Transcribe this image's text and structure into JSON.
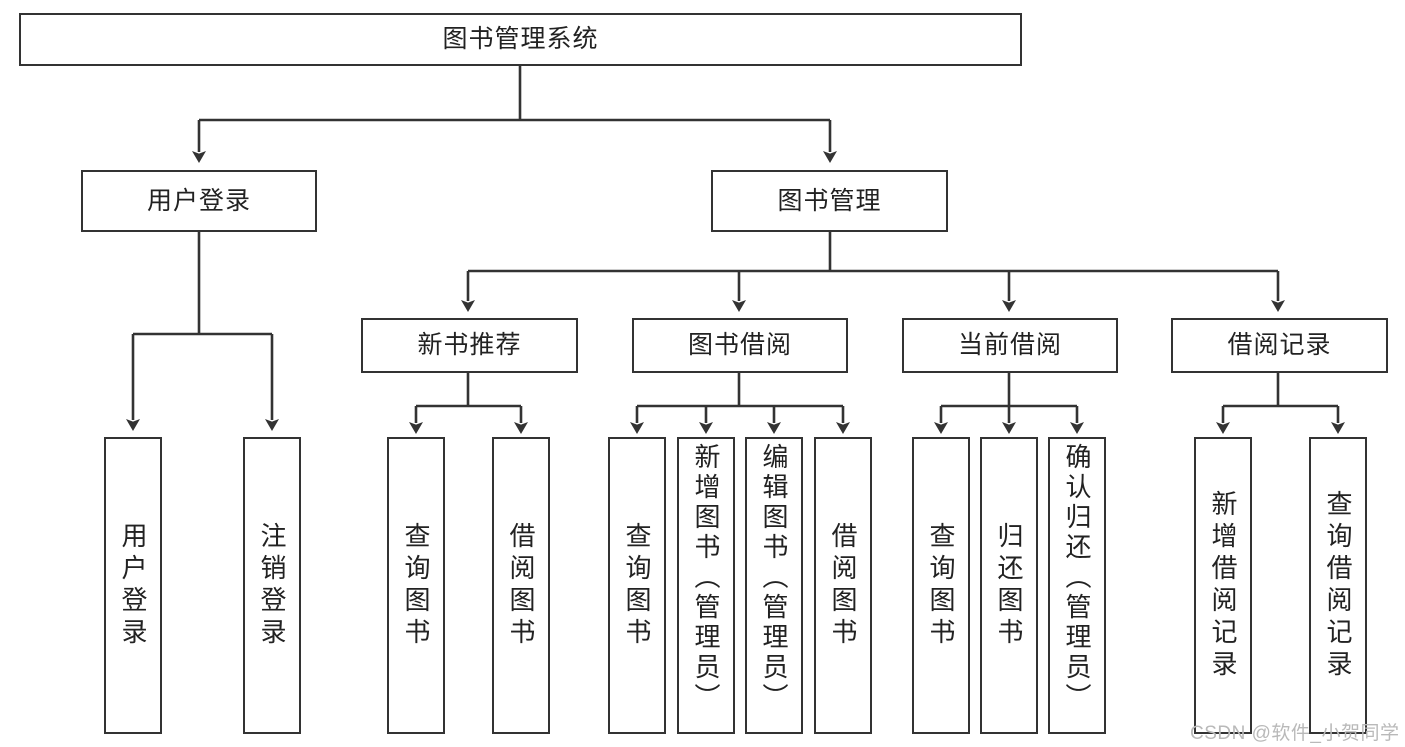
{
  "diagram": {
    "type": "hierarchy-tree",
    "title": "图书管理系统",
    "root": {
      "id": "root",
      "label": "图书管理系统"
    },
    "level2": [
      {
        "id": "user-login",
        "label": "用户登录"
      },
      {
        "id": "book-management",
        "label": "图书管理"
      }
    ],
    "level3": [
      {
        "id": "new-book-recommend",
        "label": "新书推荐",
        "parent": "book-management"
      },
      {
        "id": "book-borrow",
        "label": "图书借阅",
        "parent": "book-management"
      },
      {
        "id": "current-borrow",
        "label": "当前借阅",
        "parent": "book-management"
      },
      {
        "id": "borrow-record",
        "label": "借阅记录",
        "parent": "book-management"
      }
    ],
    "leaves": {
      "user_login": [
        {
          "id": "leaf-user-login",
          "label": "用户登录"
        },
        {
          "id": "leaf-user-logout",
          "label": "注销登录"
        }
      ],
      "new_book_recommend": [
        {
          "id": "leaf-query-book-1",
          "label": "查询图书"
        },
        {
          "id": "leaf-borrow-book-1",
          "label": "借阅图书"
        }
      ],
      "book_borrow": [
        {
          "id": "leaf-query-book-2",
          "label": "查询图书"
        },
        {
          "id": "leaf-add-book",
          "label": "新增图书（管理员）"
        },
        {
          "id": "leaf-edit-book",
          "label": "编辑图书（管理员）"
        },
        {
          "id": "leaf-borrow-book-2",
          "label": "借阅图书"
        }
      ],
      "current_borrow": [
        {
          "id": "leaf-query-book-3",
          "label": "查询图书"
        },
        {
          "id": "leaf-return-book",
          "label": "归还图书"
        },
        {
          "id": "leaf-confirm-return",
          "label": "确认归还（管理员）"
        }
      ],
      "borrow_record": [
        {
          "id": "leaf-add-record",
          "label": "新增借阅记录"
        },
        {
          "id": "leaf-query-record",
          "label": "查询借阅记录"
        }
      ]
    },
    "colors": {
      "stroke": "#333333",
      "box_fill": "#ffffff",
      "text": "#222222",
      "watermark": "#b9b9b9",
      "background": "#ffffff"
    }
  },
  "watermark": {
    "text": "CSDN @软件_小贺同学"
  }
}
